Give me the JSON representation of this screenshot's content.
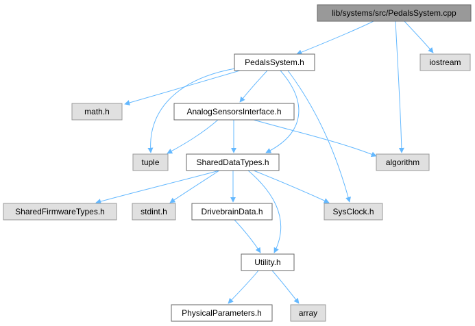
{
  "diagram": {
    "nodes": [
      {
        "id": "pedals_cpp",
        "label": "lib/systems/src/PedalsSystem.cpp",
        "kind": "root"
      },
      {
        "id": "pedals_h",
        "label": "PedalsSystem.h",
        "kind": "file"
      },
      {
        "id": "iostream",
        "label": "iostream",
        "kind": "external"
      },
      {
        "id": "math_h",
        "label": "math.h",
        "kind": "external"
      },
      {
        "id": "analog_h",
        "label": "AnalogSensorsInterface.h",
        "kind": "file"
      },
      {
        "id": "tuple",
        "label": "tuple",
        "kind": "external"
      },
      {
        "id": "shared_data_h",
        "label": "SharedDataTypes.h",
        "kind": "file"
      },
      {
        "id": "algorithm",
        "label": "algorithm",
        "kind": "external"
      },
      {
        "id": "shared_fw_h",
        "label": "SharedFirmwareTypes.h",
        "kind": "external"
      },
      {
        "id": "stdint_h",
        "label": "stdint.h",
        "kind": "external"
      },
      {
        "id": "drivebrain_h",
        "label": "DrivebrainData.h",
        "kind": "file"
      },
      {
        "id": "sysclock_h",
        "label": "SysClock.h",
        "kind": "external"
      },
      {
        "id": "utility_h",
        "label": "Utility.h",
        "kind": "file"
      },
      {
        "id": "physical_h",
        "label": "PhysicalParameters.h",
        "kind": "file"
      },
      {
        "id": "array",
        "label": "array",
        "kind": "external"
      }
    ],
    "edges": [
      {
        "from": "pedals_cpp",
        "to": "pedals_h"
      },
      {
        "from": "pedals_cpp",
        "to": "iostream"
      },
      {
        "from": "pedals_cpp",
        "to": "algorithm"
      },
      {
        "from": "pedals_h",
        "to": "math_h"
      },
      {
        "from": "pedals_h",
        "to": "analog_h"
      },
      {
        "from": "pedals_h",
        "to": "tuple"
      },
      {
        "from": "pedals_h",
        "to": "shared_data_h"
      },
      {
        "from": "pedals_h",
        "to": "sysclock_h"
      },
      {
        "from": "analog_h",
        "to": "tuple"
      },
      {
        "from": "analog_h",
        "to": "shared_data_h"
      },
      {
        "from": "analog_h",
        "to": "algorithm"
      },
      {
        "from": "shared_data_h",
        "to": "shared_fw_h"
      },
      {
        "from": "shared_data_h",
        "to": "stdint_h"
      },
      {
        "from": "shared_data_h",
        "to": "drivebrain_h"
      },
      {
        "from": "shared_data_h",
        "to": "sysclock_h"
      },
      {
        "from": "shared_data_h",
        "to": "utility_h"
      },
      {
        "from": "drivebrain_h",
        "to": "utility_h"
      },
      {
        "from": "utility_h",
        "to": "physical_h"
      },
      {
        "from": "utility_h",
        "to": "array"
      }
    ]
  },
  "colors": {
    "edge": "#63b8ff",
    "root_fill": "#999999",
    "file_fill": "#ffffff",
    "external_fill": "#e0e0e0",
    "file_stroke": "#666666",
    "external_stroke": "#999999"
  }
}
